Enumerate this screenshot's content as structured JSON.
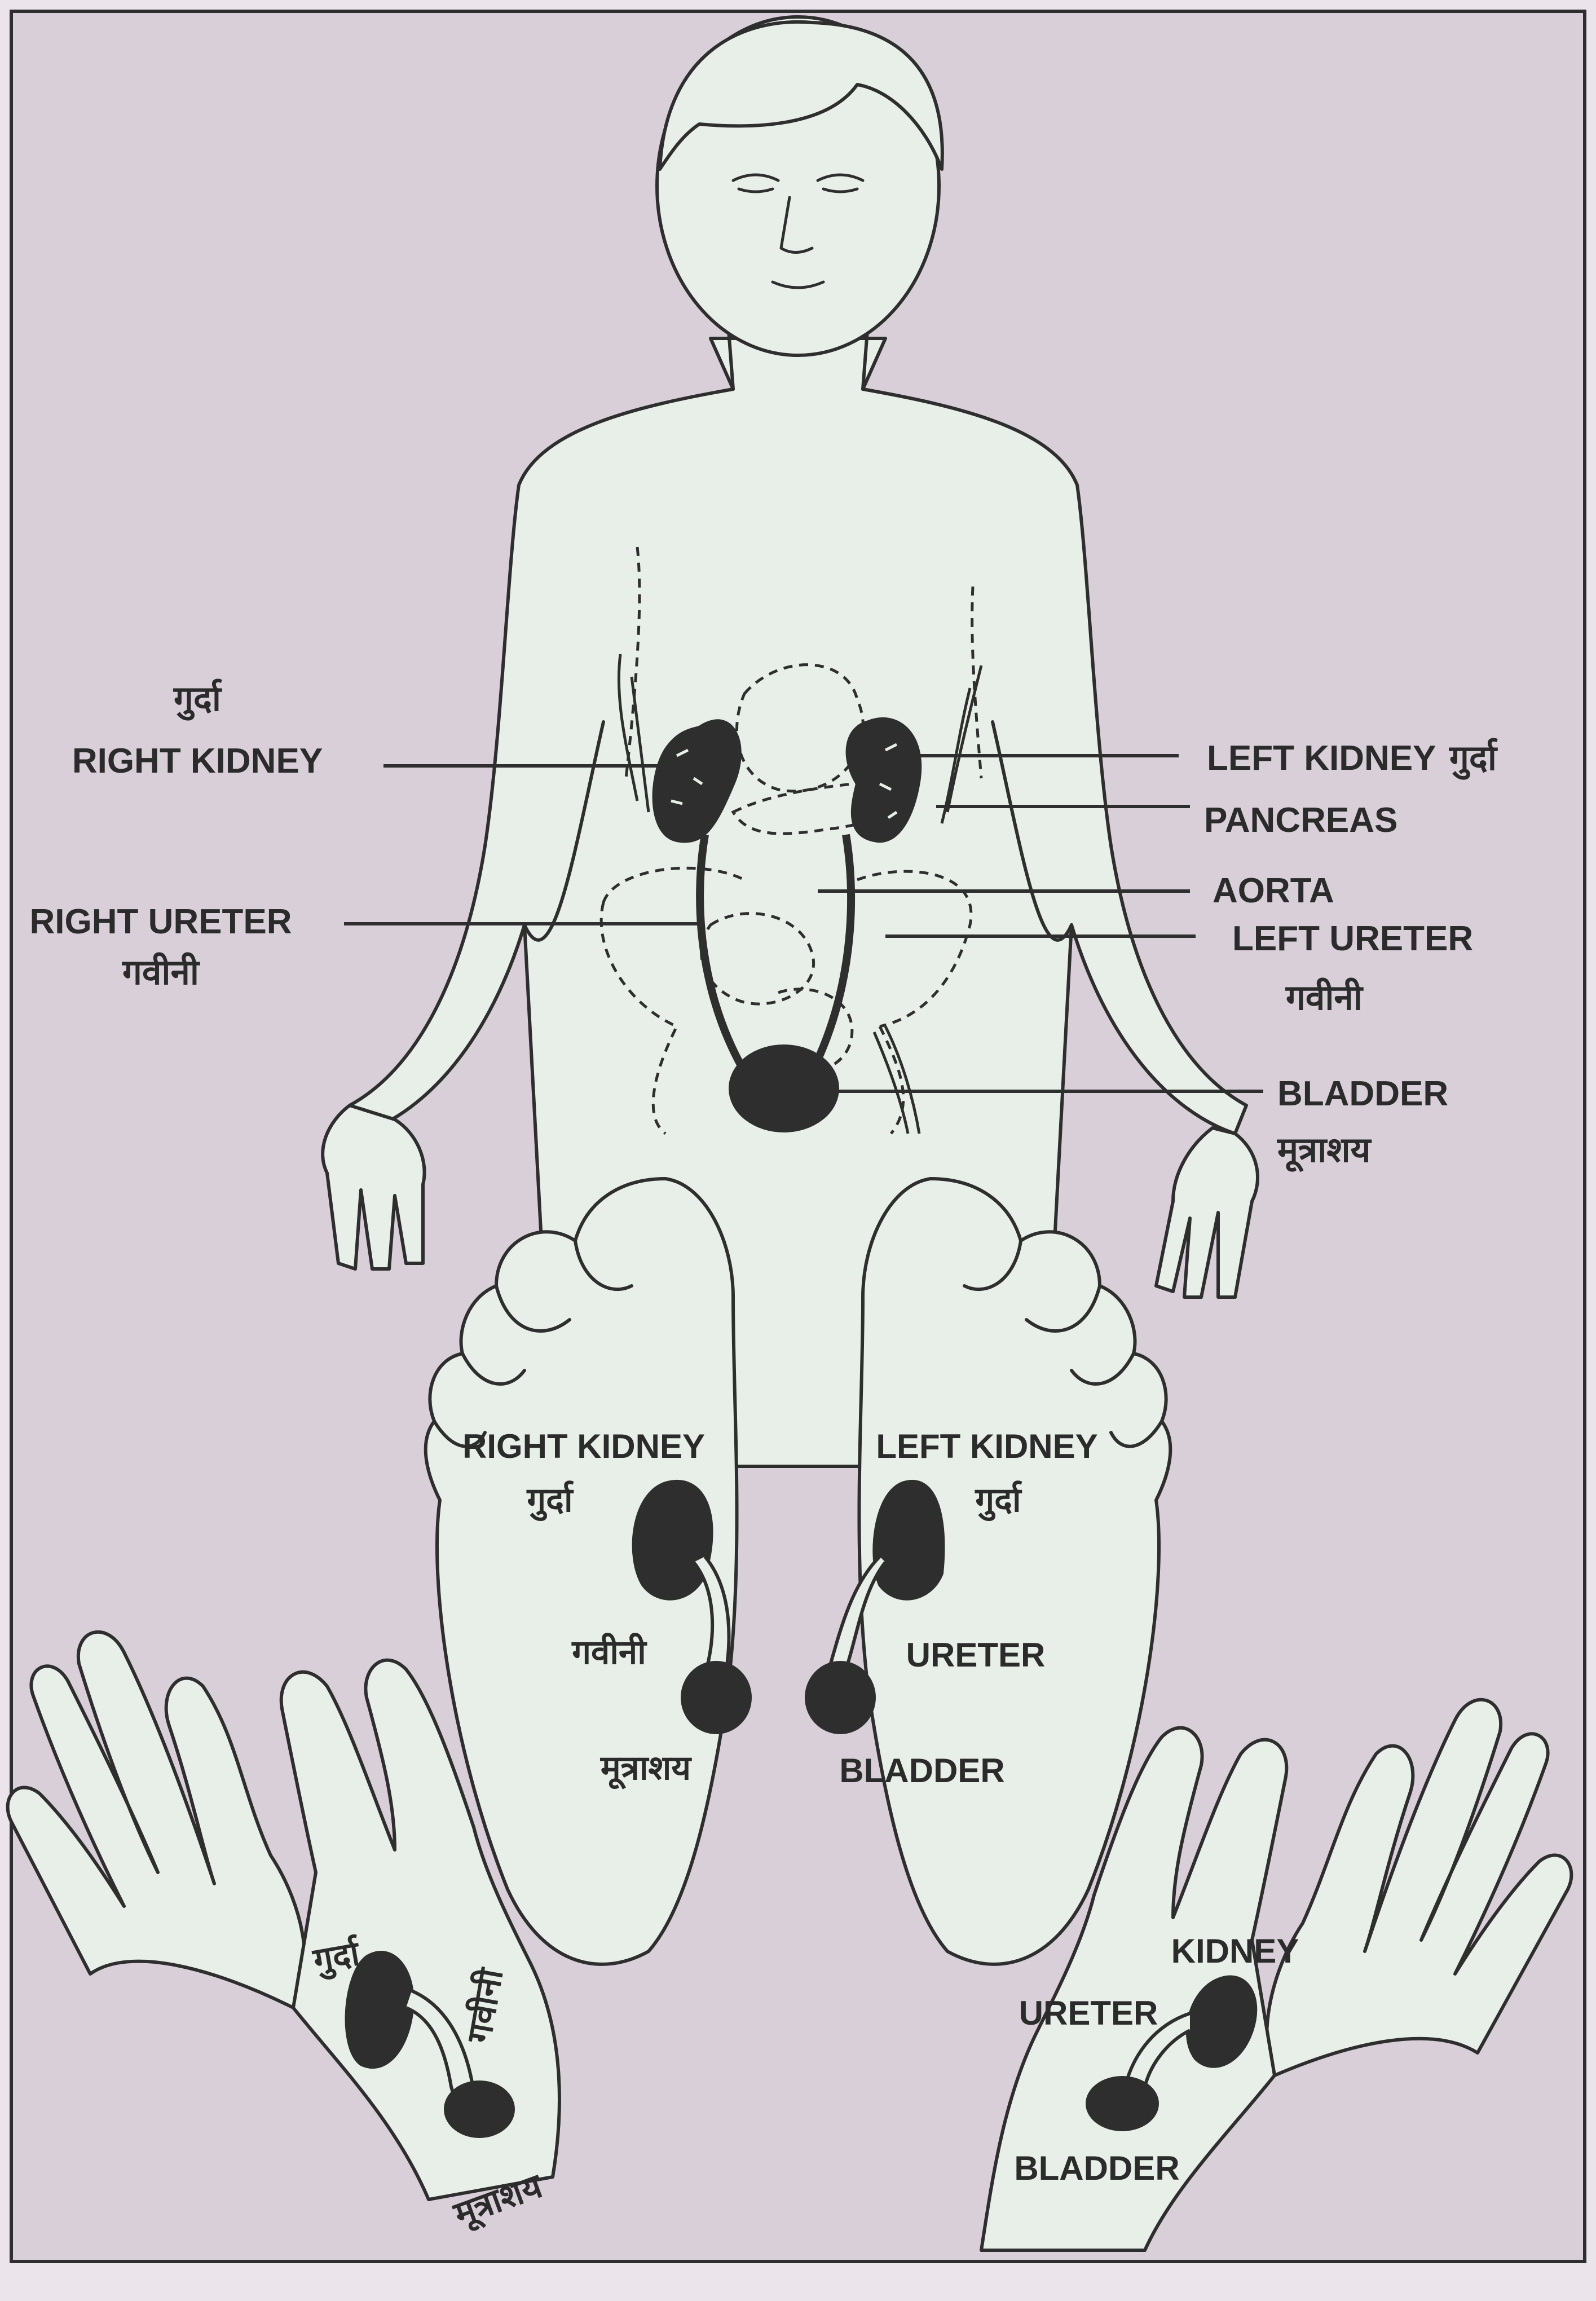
{
  "colors": {
    "page": "#d9cfd9",
    "figure": "#e8efe8",
    "ink": "#2e2e2e"
  },
  "body": {
    "right_kidney_hi": "गुर्दा",
    "right_kidney_en": "RIGHT KIDNEY",
    "right_ureter_en": "RIGHT URETER",
    "right_ureter_hi": "गवीनी",
    "left_kidney_en": "LEFT KIDNEY",
    "left_kidney_hi": "गुर्दा",
    "pancreas": "PANCREAS",
    "aorta": "AORTA",
    "left_ureter_en": "LEFT URETER",
    "left_ureter_hi": "गवीनी",
    "bladder_en": "BLADDER",
    "bladder_hi": "मूत्राशय"
  },
  "right_foot": {
    "kidney_en": "RIGHT KIDNEY",
    "kidney_hi": "गुर्दा",
    "ureter_hi": "गवीनी",
    "bladder_hi": "मूत्राशय"
  },
  "left_foot": {
    "kidney_en": "LEFT KIDNEY",
    "kidney_hi": "गुर्दा",
    "ureter_en": "URETER",
    "bladder_en": "BLADDER"
  },
  "left_hand": {
    "kidney_hi": "गुर्दा",
    "ureter_hi": "गवीनी",
    "bladder_hi": "मूत्राशय"
  },
  "right_hand": {
    "kidney_en": "KIDNEY",
    "ureter_en": "URETER",
    "bladder_en": "BLADDER"
  }
}
